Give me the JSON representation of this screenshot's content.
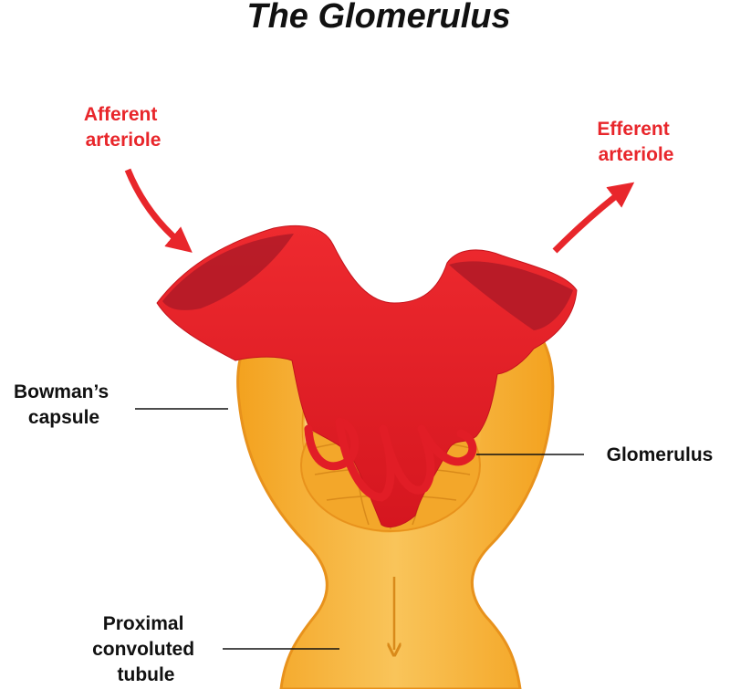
{
  "title": "The Glomerulus",
  "labels": {
    "afferent": [
      "Afferent",
      "arteriole"
    ],
    "efferent": [
      "Efferent",
      "arteriole"
    ],
    "bowmans": [
      "Bowman’s",
      "capsule"
    ],
    "glomerulus": "Glomerulus",
    "proximal": [
      "Proximal",
      "convoluted",
      "tubule"
    ]
  },
  "colors": {
    "arteriole_label": "#e8262b",
    "black_label": "#111111",
    "blood": "#e11d26",
    "capsule": "#f5a623",
    "capsule_light": "#f8c053",
    "capsule_dark": "#e8921c"
  },
  "icons": {
    "afferent_arrow": "curved-arrow-down-right",
    "efferent_arrow": "curved-arrow-up-right",
    "flow_arrow": "arrow-down"
  }
}
